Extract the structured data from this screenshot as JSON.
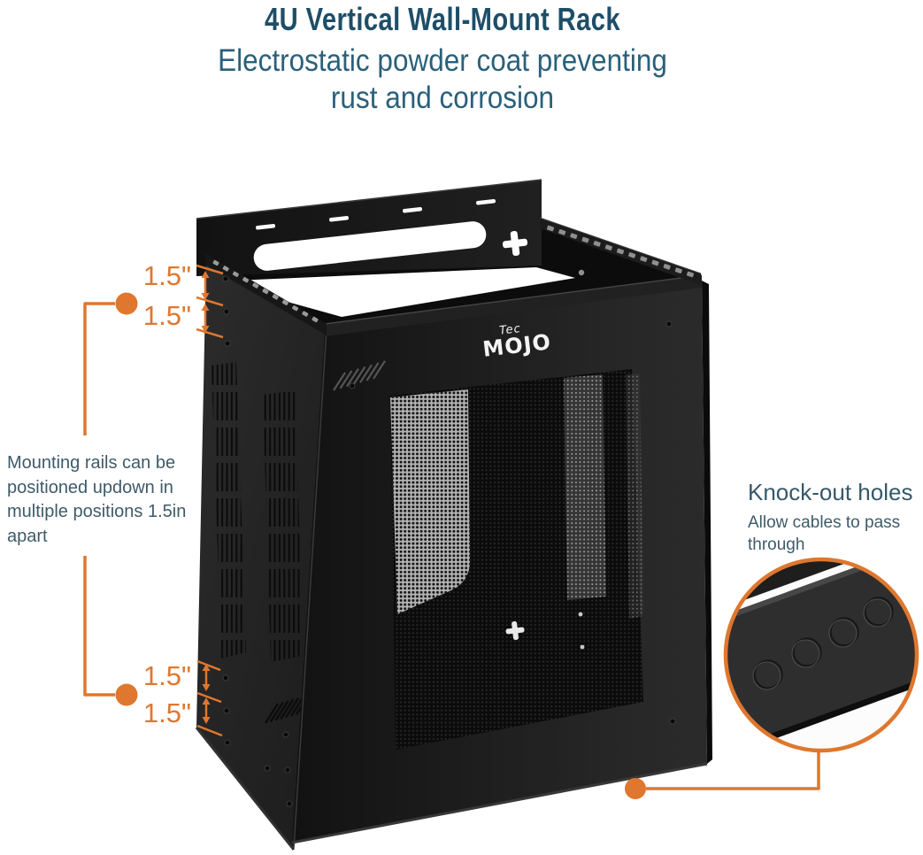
{
  "header": {
    "title": "4U Vertical Wall-Mount Rack",
    "subtitle_line1": "Electrostatic powder coat preventing",
    "subtitle_line2": "rust and corrosion"
  },
  "measurements": {
    "top": [
      "1.5\"",
      "1.5\""
    ],
    "bottom": [
      "1.5\"",
      "1.5\""
    ]
  },
  "notes": {
    "mounting_rails": "Mounting rails can be positioned updown in multiple positions 1.5in apart"
  },
  "knockout": {
    "heading": "Knock-out holes",
    "description": "Allow cables to pass through"
  },
  "brand": {
    "script": "Tec",
    "name": "MOJO"
  },
  "icons": [
    {
      "name": "cross-mount-hole-icon",
      "meaning": "plus-shaped wall mounting keyhole"
    },
    {
      "name": "measure-arrow-icon",
      "meaning": "double-headed spacing arrow"
    },
    {
      "name": "callout-dot-icon",
      "meaning": "orange leader-line anchor dot"
    }
  ],
  "colors": {
    "accent": "#DF772E",
    "title": "#1E4E68",
    "subtitle": "#2A607A",
    "body": "#3E5B69",
    "rack": "#1A1A1A",
    "background": "#FFFFFF"
  }
}
